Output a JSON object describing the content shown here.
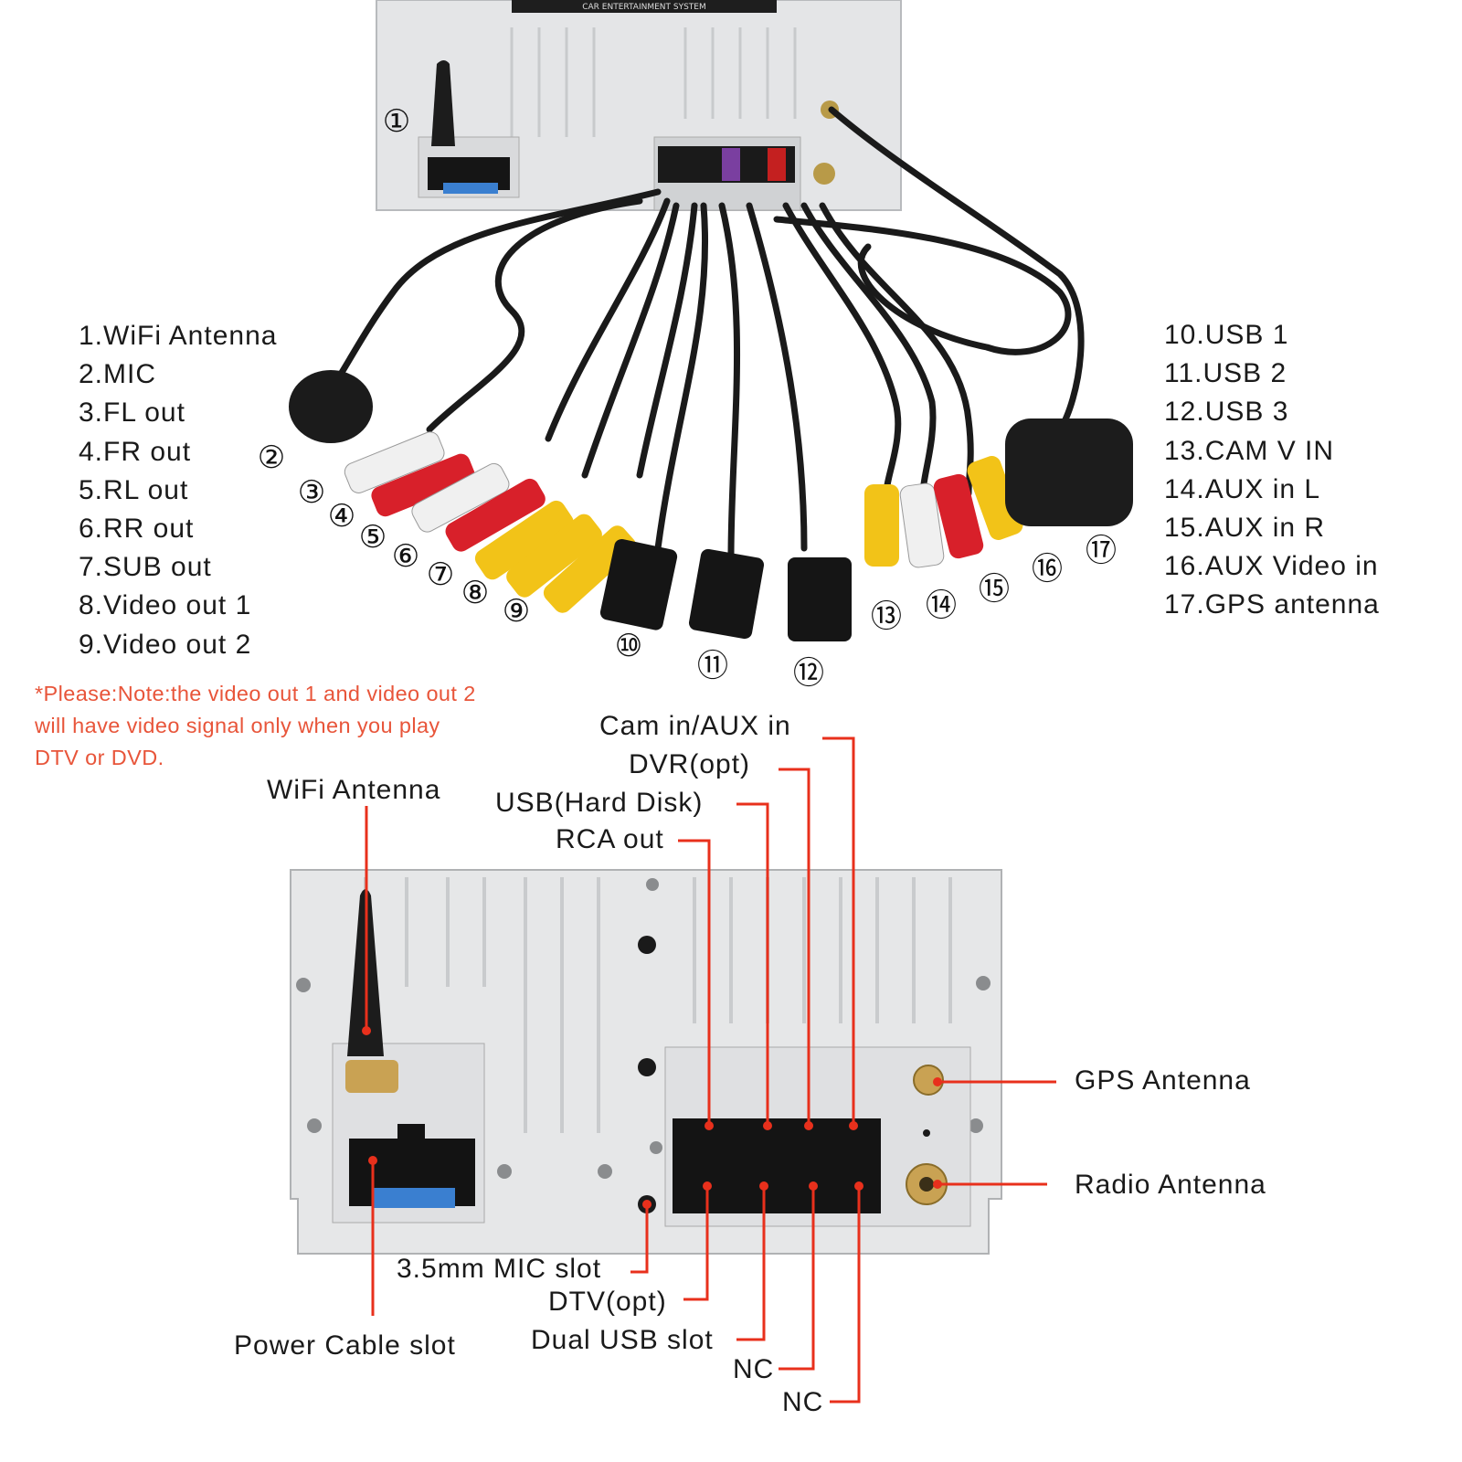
{
  "top_photo": {
    "unit_plate_text": "CAR ENTERTAINMENT SYSTEM",
    "markers": [
      "①",
      "②",
      "③",
      "④",
      "⑤",
      "⑥",
      "⑦",
      "⑧",
      "⑨",
      "⑩",
      "⑪",
      "⑫",
      "⑬",
      "⑭",
      "⑮",
      "⑯",
      "⑰"
    ]
  },
  "legend_left": [
    "1.WiFi Antenna",
    "2.MIC",
    "3.FL out",
    "4.FR out",
    "5.RL out",
    "6.RR out",
    "7.SUB out",
    "8.Video out 1",
    "9.Video out 2"
  ],
  "legend_right": [
    "10.USB 1",
    "11.USB 2",
    "12.USB 3",
    "13.CAM V IN",
    "14.AUX in L",
    "15.AUX in R",
    "16.AUX Video in",
    "17.GPS antenna"
  ],
  "note": {
    "line1": "*Please:Note:the video out 1 and video out 2",
    "line2": "will have video signal only when you play",
    "line3": "DTV or DVD."
  },
  "bottom_labels": {
    "wifi_antenna": "WiFi Antenna",
    "cam_aux_in": "Cam in/AUX in",
    "dvr": "DVR(opt)",
    "usb_hard_disk": "USB(Hard Disk)",
    "rca_out": "RCA out",
    "gps_antenna": "GPS Antenna",
    "radio_antenna": "Radio Antenna",
    "mic_slot": "3.5mm MIC slot",
    "dtv": "DTV(opt)",
    "dual_usb_slot": "Dual USB slot",
    "nc_1": "NC",
    "nc_2": "NC",
    "power_cable_slot": "Power Cable slot"
  },
  "colors": {
    "callout_line": "#e8301c",
    "note_text": "#e8553a",
    "panel": "#e6e7e8",
    "rca_white": "#f0f0f0",
    "rca_red": "#d8202a",
    "rca_yellow": "#f2c318"
  }
}
